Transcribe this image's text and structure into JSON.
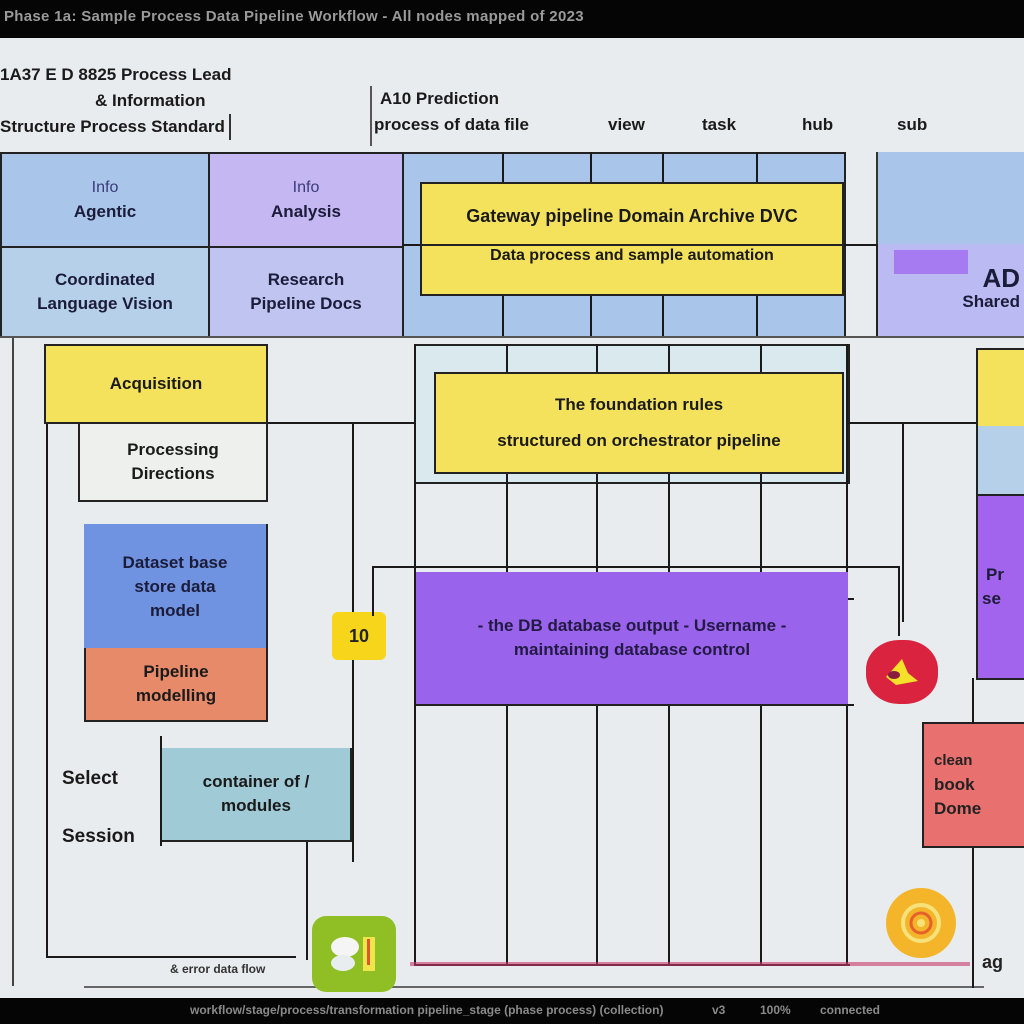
{
  "window": {
    "title_bar": "Phase 1a: Sample Process Data Pipeline Workflow - All nodes mapped of 2023",
    "status_bar_left": "workflow/stage/process/transformation pipeline_stage (phase process) (collection)",
    "status_bar_mid": "v3",
    "status_bar_zoom": "100%",
    "status_bar_right": "connected"
  },
  "header": {
    "left_lines": [
      "1A37 E D 8825 Process Lead",
      "& Information",
      "Structure Process Standard"
    ],
    "right_title": "A10 Prediction",
    "right_subtitle": "process of data file",
    "columns": [
      "view",
      "task",
      "hub",
      "sub"
    ]
  },
  "top_grid": {
    "cells": [
      {
        "small": "Info",
        "label": "Agentic"
      },
      {
        "small": "Info",
        "label": "Analysis"
      },
      {
        "line1": "Coordinated",
        "line2": "Language Vision"
      },
      {
        "line1": "Research",
        "line2": "Pipeline Docs"
      }
    ],
    "banner": {
      "line1": "Gateway pipeline Domain Archive DVC",
      "line2": "Data process and sample automation"
    },
    "right_cell": {
      "line1": "AD",
      "line2": "Shared"
    }
  },
  "left_column": {
    "title_box": "Acquisition",
    "box_processing": {
      "line1": "Processing",
      "line2": "Directions"
    },
    "box_blue": {
      "line1": "Dataset base",
      "line2": "store data",
      "line3": "model"
    },
    "box_salmon": {
      "line1": "Pipeline",
      "line2": "modelling"
    },
    "label_select": "Select",
    "label_session": "Session",
    "box_teal": {
      "line1": "container of /",
      "line2": "modules"
    },
    "footer_note": "& error data flow"
  },
  "center_column": {
    "yellow_box": {
      "line1": "The foundation rules",
      "line2": "structured on orchestrator pipeline"
    },
    "purple_box": {
      "line1": "- the DB database output - Username -",
      "line2": "maintaining database control"
    }
  },
  "right_column": {
    "purple_box": {
      "line1": "Pr",
      "line2": "se"
    },
    "pink_box": {
      "line1": "clean",
      "line2": "book",
      "line3": "Dome"
    },
    "footer_label": "ag"
  },
  "icons": {
    "lock": "lock-icon",
    "alert": "alert-icon",
    "app": "app-icon",
    "spiral": "spiral-icon"
  },
  "icon_text": {
    "lock": "10"
  }
}
